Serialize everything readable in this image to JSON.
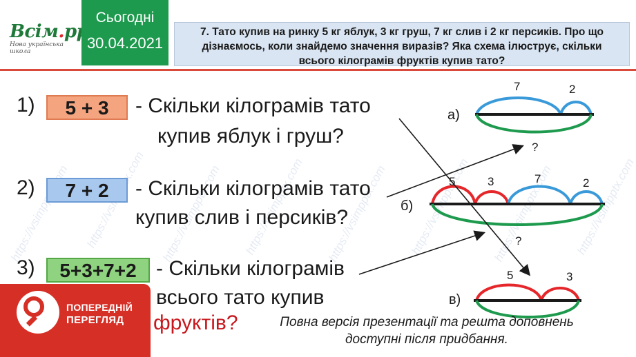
{
  "logo": {
    "brand_main": "Всім",
    "brand_dot": ".",
    "brand_suffix": "pptx",
    "tagline": "Нова українська школа"
  },
  "date_box": {
    "label": "Сьогодні",
    "date": "30.04.2021"
  },
  "task": {
    "line1": "7. Тато купив на ринку 5 кг яблук, 3 кг груш, 7 кг слив і 2 кг персиків. Про що",
    "line2": "дізнаємось, коли знайдемо значення виразів? Яка схема ілюструє, скільки",
    "line3": "всього кілограмів фруктів купив тато?"
  },
  "items": [
    {
      "number": "1)",
      "expression": "5 + 3",
      "question_line1": "- Скільки кілограмів тато",
      "question_line2": "купив  яблук і груш?"
    },
    {
      "number": "2)",
      "expression": "7 + 2",
      "question_line1": "- Скільки кілограмів тато",
      "question_line2": "купив слив і персиків?"
    },
    {
      "number": "3)",
      "expression": "5+3+7+2",
      "question_line1": "- Скільки кілограмів",
      "question_line2": "всього тато купив",
      "question_line3": "фруктів?"
    }
  ],
  "schemes": {
    "a": {
      "label": "а)",
      "top_values": [
        "7",
        "2"
      ],
      "total": "?"
    },
    "b": {
      "label": "б)",
      "top_values": [
        "5",
        "3",
        "7",
        "2"
      ],
      "total": "?"
    },
    "v": {
      "label": "в)",
      "top_values": [
        "5",
        "3"
      ]
    }
  },
  "preview_badge": {
    "line1": "ПОПЕРЕДНІЙ",
    "line2": "ПЕРЕГЛЯД"
  },
  "banner": {
    "line1": "Повна версія презентації та решта доповнень",
    "line2": "доступні після придбання."
  },
  "watermark_text": "https://vsimpptx.com",
  "colors": {
    "green": "#1d9a4d",
    "red": "#e5262a",
    "blue": "#3a9ad9",
    "badge": "#d62f26"
  }
}
